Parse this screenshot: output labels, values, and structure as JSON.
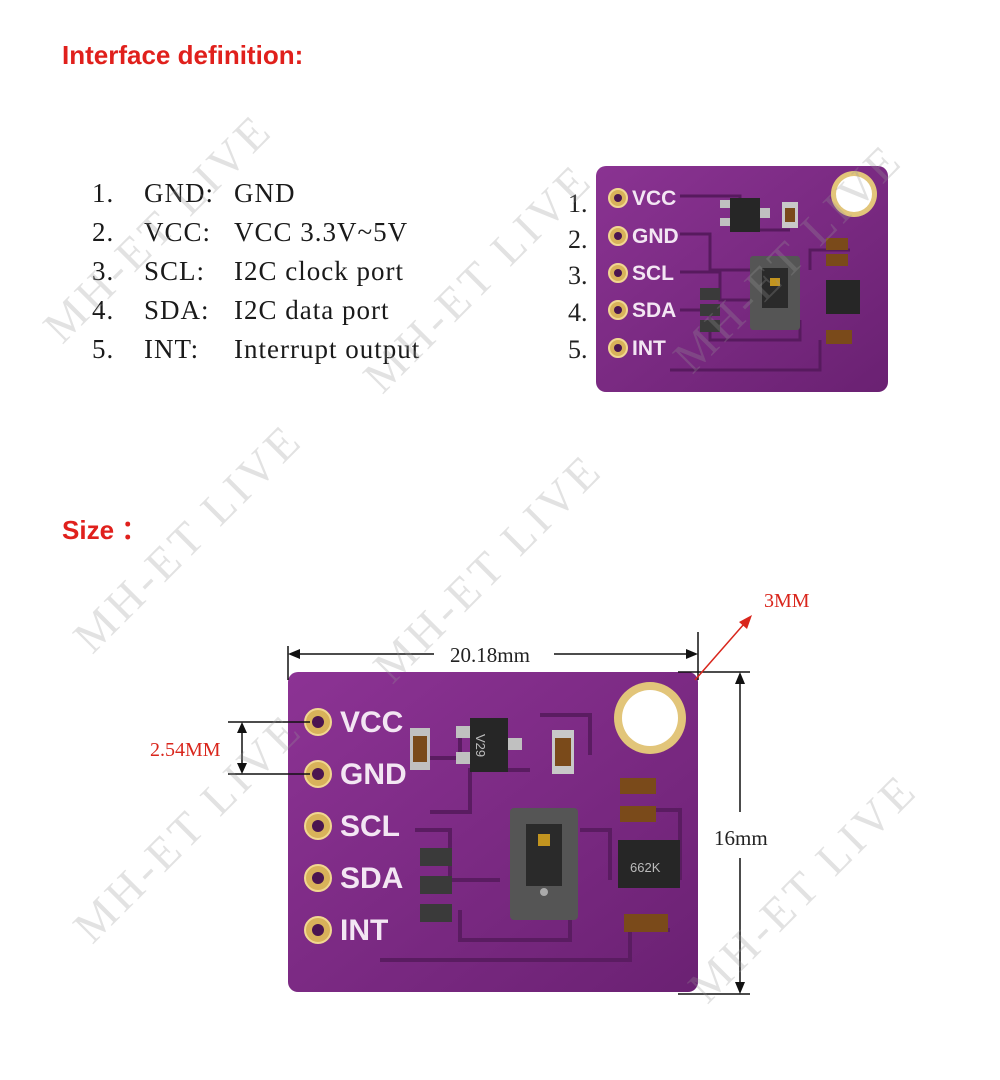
{
  "headings": {
    "interface": "Interface definition:",
    "size": "Size ："
  },
  "pins": [
    {
      "num": "1.",
      "name": "GND:",
      "desc": "GND"
    },
    {
      "num": "2.",
      "name": "VCC:",
      "desc": "VCC 3.3V~5V"
    },
    {
      "num": "3.",
      "name": "SCL:",
      "desc": "I2C clock port"
    },
    {
      "num": "4.",
      "name": "SDA:",
      "desc": "I2C data port"
    },
    {
      "num": "5.",
      "name": "INT:",
      "desc": "Interrupt output"
    }
  ],
  "board_small": {
    "numbers": [
      "1.",
      "2.",
      "3.",
      "4.",
      "5."
    ],
    "labels": [
      "VCC",
      "GND",
      "SCL",
      "SDA",
      "INT"
    ]
  },
  "board_large": {
    "labels": [
      "VCC",
      "GND",
      "SCL",
      "SDA",
      "INT"
    ],
    "chip_marks": [
      "V29",
      "662K"
    ]
  },
  "dimensions": {
    "width": "20.18mm",
    "height": "16mm",
    "pitch": "2.54MM",
    "hole": "3MM"
  },
  "watermark": "MH-ET LIVE",
  "colors": {
    "heading": "#e0201c",
    "pcb": "#7a2a82",
    "dimension_red": "#d9261c"
  }
}
